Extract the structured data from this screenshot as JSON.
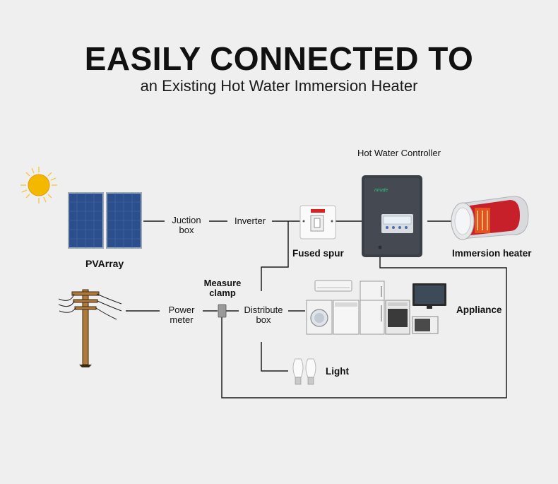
{
  "header": {
    "title": "EASILY CONNECTED TO",
    "subtitle": "an Existing Hot Water Immersion Heater"
  },
  "labels": {
    "hot_water_controller": "Hot Water Controller",
    "junction_box_line1": "Juction",
    "junction_box_line2": "box",
    "inverter": "Inverter",
    "fused_spur": "Fused spur",
    "immersion_heater": "Immersion heater",
    "pv_array": "PVArray",
    "measure_clamp_line1": "Measure",
    "measure_clamp_line2": "clamp",
    "power_meter_line1": "Power",
    "power_meter_line2": "meter",
    "distribute_box_line1": "Distribute",
    "distribute_box_line2": "box",
    "appliance": "Appliance",
    "light": "Light"
  },
  "colors": {
    "background": "#efefef",
    "line": "#1f1f1f",
    "solar_panel": "#2b4f8c",
    "controller_body": "#3b3f46",
    "fused_spur_indicator": "#e02020",
    "heater_tank": "#c8202a",
    "sun": "#f5b800",
    "pole": "#b07a3a"
  },
  "icons": {
    "sun": "sun-icon",
    "solar_panels": "solar-panel-icon",
    "utility_pole": "utility-pole-icon",
    "fused_spur": "fused-spur-icon",
    "controller": "hot-water-controller-icon",
    "heater": "immersion-heater-icon",
    "clamp": "measure-clamp-icon",
    "appliances": "appliances-icon",
    "light_bulbs": "light-bulb-icon"
  }
}
